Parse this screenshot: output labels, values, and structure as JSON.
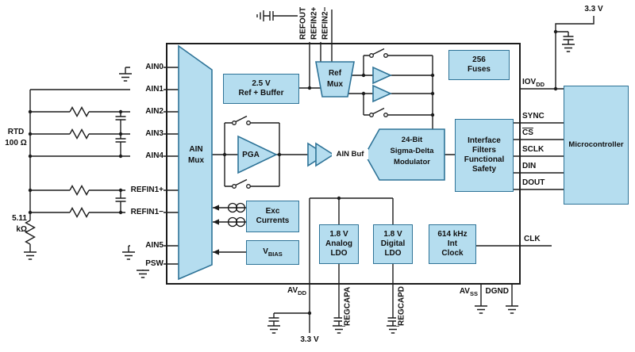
{
  "colors": {
    "block-fill": "#b5ddef",
    "block-stroke": "#2e7397",
    "wire": "#1c1c1c",
    "chip-stroke": "#1c1c1c"
  },
  "pins": {
    "left": [
      "AIN0",
      "AIN1",
      "AIN2",
      "AIN3",
      "AIN4",
      "REFIN1+",
      "REFIN1−",
      "AIN5",
      "PSW"
    ],
    "top": [
      "REFOUT",
      "REFIN2+",
      "REFIN2−"
    ],
    "right": {
      "iovdd": {
        "main": "IOV",
        "sub": "DD"
      },
      "sync": "SYNC",
      "cs": "CS",
      "sclk": "SCLK",
      "din": "DIN",
      "dout": "DOUT",
      "clk": "CLK"
    },
    "bottom": {
      "avdd": {
        "main": "AV",
        "sub": "DD"
      },
      "regcapa": "REGCAPA",
      "regcapd": "REGCAPD",
      "avss": {
        "main": "AV",
        "sub": "SS"
      },
      "dgnd": "DGND"
    }
  },
  "blocks": {
    "ain_mux": "AIN\nMux",
    "ref_buffer": "2.5 V\nRef + Buffer",
    "ref_mux": "Ref\nMux",
    "fuses": "256\nFuses",
    "pga": "PGA",
    "ain_buf": "AIN Buf",
    "modulator": "24-Bit\nSigma-Delta\nModulator",
    "interface": "Interface\nFilters\nFunctional\nSafety",
    "exc_currents": "Exc\nCurrents",
    "vbias": {
      "main": "V",
      "sub": "BIAS"
    },
    "ldo_analog": "1.8 V\nAnalog\nLDO",
    "ldo_digital": "1.8 V\nDigital\nLDO",
    "int_clock": "614 kHz\nInt\nClock",
    "microcontroller": "Microcontroller"
  },
  "external": {
    "rtd": "RTD\n100 Ω",
    "ref_resistor": "5.11 kΩ",
    "supply_top": "3.3 V",
    "supply_bottom": "3.3 V"
  }
}
